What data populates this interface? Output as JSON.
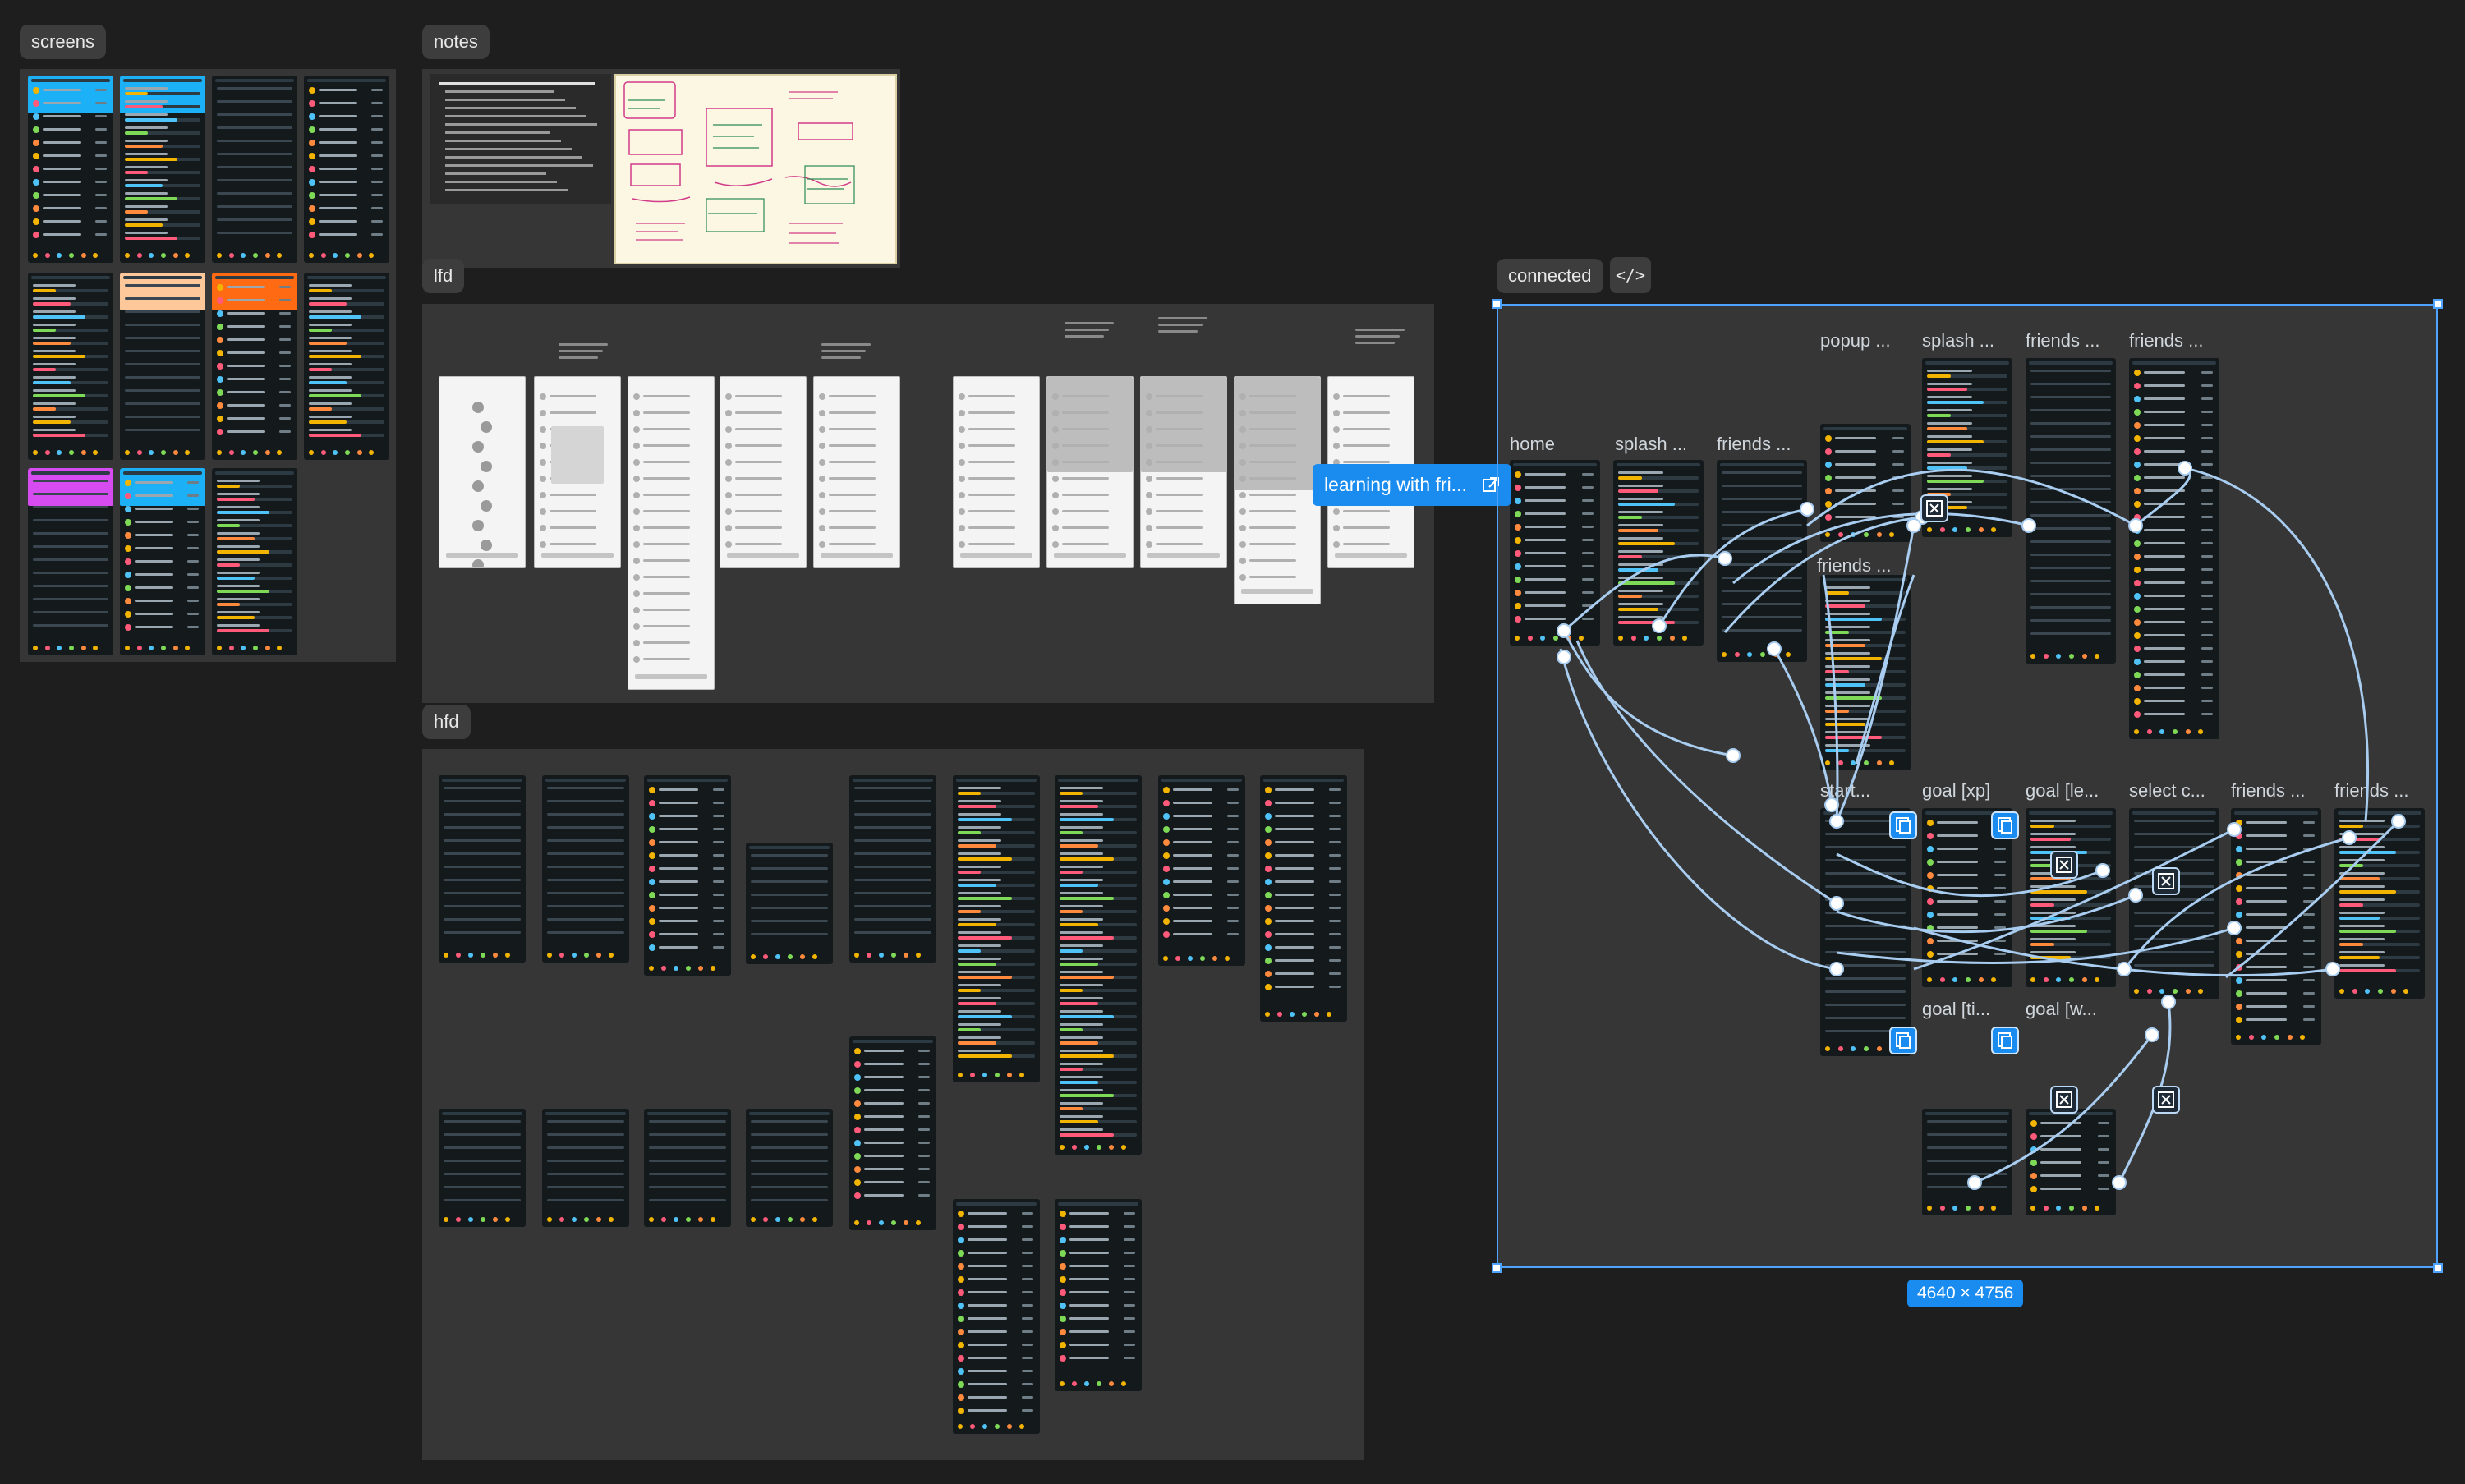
{
  "canvas": {
    "background": "#1e1e1e",
    "accent": "#1a8cf0",
    "connector_color": "#a9cdf0"
  },
  "sections": {
    "screens": {
      "label": "screens"
    },
    "notes": {
      "label": "notes"
    },
    "lfd": {
      "label": "lfd"
    },
    "hfd": {
      "label": "hfd"
    },
    "connected": {
      "label": "connected",
      "code_button": "</>"
    }
  },
  "connected": {
    "selection_size": "4640 × 4756",
    "prototype_label": "learning with fri...",
    "frames": [
      {
        "id": "home",
        "label": "home"
      },
      {
        "id": "splash1",
        "label": "splash ..."
      },
      {
        "id": "friends1",
        "label": "friends ..."
      },
      {
        "id": "popup",
        "label": "popup ..."
      },
      {
        "id": "splash2",
        "label": "splash ..."
      },
      {
        "id": "friends2",
        "label": "friends ..."
      },
      {
        "id": "friends3",
        "label": "friends ..."
      },
      {
        "id": "friends-mid",
        "label": "friends ..."
      },
      {
        "id": "start",
        "label": "start..."
      },
      {
        "id": "goal-xp",
        "label": "goal [xp]"
      },
      {
        "id": "goal-le",
        "label": "goal [le..."
      },
      {
        "id": "select",
        "label": "select c..."
      },
      {
        "id": "friends4",
        "label": "friends ..."
      },
      {
        "id": "friends5",
        "label": "friends ..."
      },
      {
        "id": "goal-ti",
        "label": "goal [ti..."
      },
      {
        "id": "goal-w",
        "label": "goal [w..."
      }
    ]
  },
  "icons": {
    "code": "code-icon",
    "external_link": "external-link-icon",
    "node_open": "open-overlay-icon",
    "node_close": "close-overlay-icon"
  }
}
